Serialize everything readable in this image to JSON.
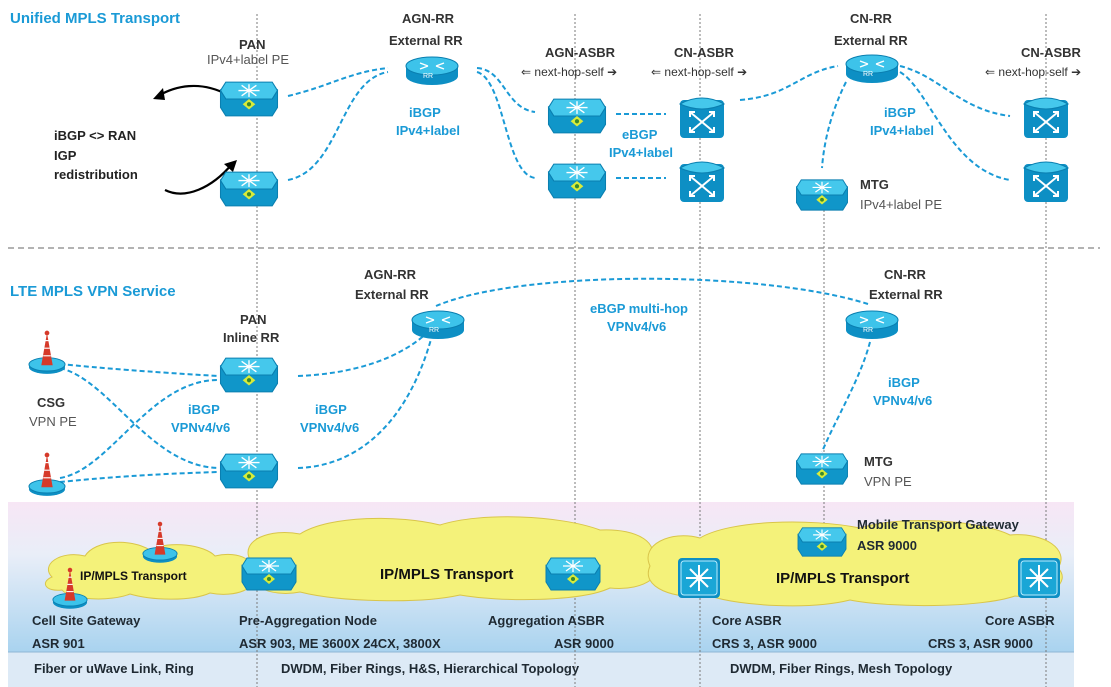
{
  "sections": {
    "transport_title": "Unified MPLS Transport",
    "service_title": "LTE MPLS VPN Service"
  },
  "transport": {
    "pan": {
      "name": "PAN",
      "role": "IPv4+label PE"
    },
    "agn_rr": {
      "name": "AGN-RR",
      "role": "External RR",
      "badge": "RR"
    },
    "agn_asbr": {
      "name": "AGN-ASBR",
      "role": "next-hop-self"
    },
    "cn_asbr": {
      "name": "CN-ASBR",
      "role": "next-hop-self"
    },
    "cn_rr": {
      "name": "CN-RR",
      "role": "External RR",
      "badge": "RR"
    },
    "cn_asbr_far": {
      "name": "CN-ASBR",
      "role": "next-hop-self"
    },
    "redistribution": "iBGP <> RAN IGP redistribution",
    "ibgp_left": {
      "line1": "iBGP",
      "line2": "IPv4+label"
    },
    "ebgp": {
      "line1": "eBGP",
      "line2": "IPv4+label"
    },
    "ibgp_right": {
      "line1": "iBGP",
      "line2": "IPv4+label"
    },
    "mtg": {
      "name": "MTG",
      "role": "IPv4+label PE"
    }
  },
  "service": {
    "agn_rr": {
      "name": "AGN-RR",
      "role": "External RR",
      "badge": "RR"
    },
    "cn_rr": {
      "name": "CN-RR",
      "role": "External RR",
      "badge": "RR"
    },
    "pan": {
      "name": "PAN",
      "role": "Inline RR"
    },
    "csg": {
      "name": "CSG",
      "role": "VPN PE"
    },
    "ebgp_multihop": {
      "line1": "eBGP multi-hop",
      "line2": "VPNv4/v6"
    },
    "ibgp_csg": {
      "line1": "iBGP",
      "line2": "VPNv4/v6"
    },
    "ibgp_pan": {
      "line1": "iBGP",
      "line2": "VPNv4/v6"
    },
    "ibgp_core": {
      "line1": "iBGP",
      "line2": "VPNv4/v6"
    },
    "mtg": {
      "name": "MTG",
      "role": "VPN PE"
    }
  },
  "physical": {
    "clouds": [
      "IP/MPLS Transport",
      "IP/MPLS Transport",
      "IP/MPLS Transport"
    ],
    "mtg": {
      "name": "Mobile Transport Gateway",
      "model": "ASR 9000"
    },
    "devices": [
      {
        "name": "Cell Site Gateway",
        "model": "ASR 901"
      },
      {
        "name": "Pre-Aggregation Node",
        "model": "ASR 903, ME 3600X 24CX, 3800X"
      },
      {
        "name": "Aggregation ASBR",
        "model": "ASR 9000"
      },
      {
        "name": "Core ASBR",
        "model": "CRS 3, ASR 9000"
      },
      {
        "name": "Core ASBR",
        "model": "CRS 3, ASR 9000"
      }
    ],
    "links": [
      "Fiber or uWave Link, Ring",
      "DWDM, Fiber Rings, H&S, Hierarchical Topology",
      "DWDM, Fiber Rings, Mesh Topology"
    ]
  },
  "colors": {
    "accent": "#1a9ad6",
    "device": "#16a5d8",
    "cloud": "#f4f27a",
    "band_top": "#f6e4f4",
    "band_bottom": "#aad4ef"
  }
}
